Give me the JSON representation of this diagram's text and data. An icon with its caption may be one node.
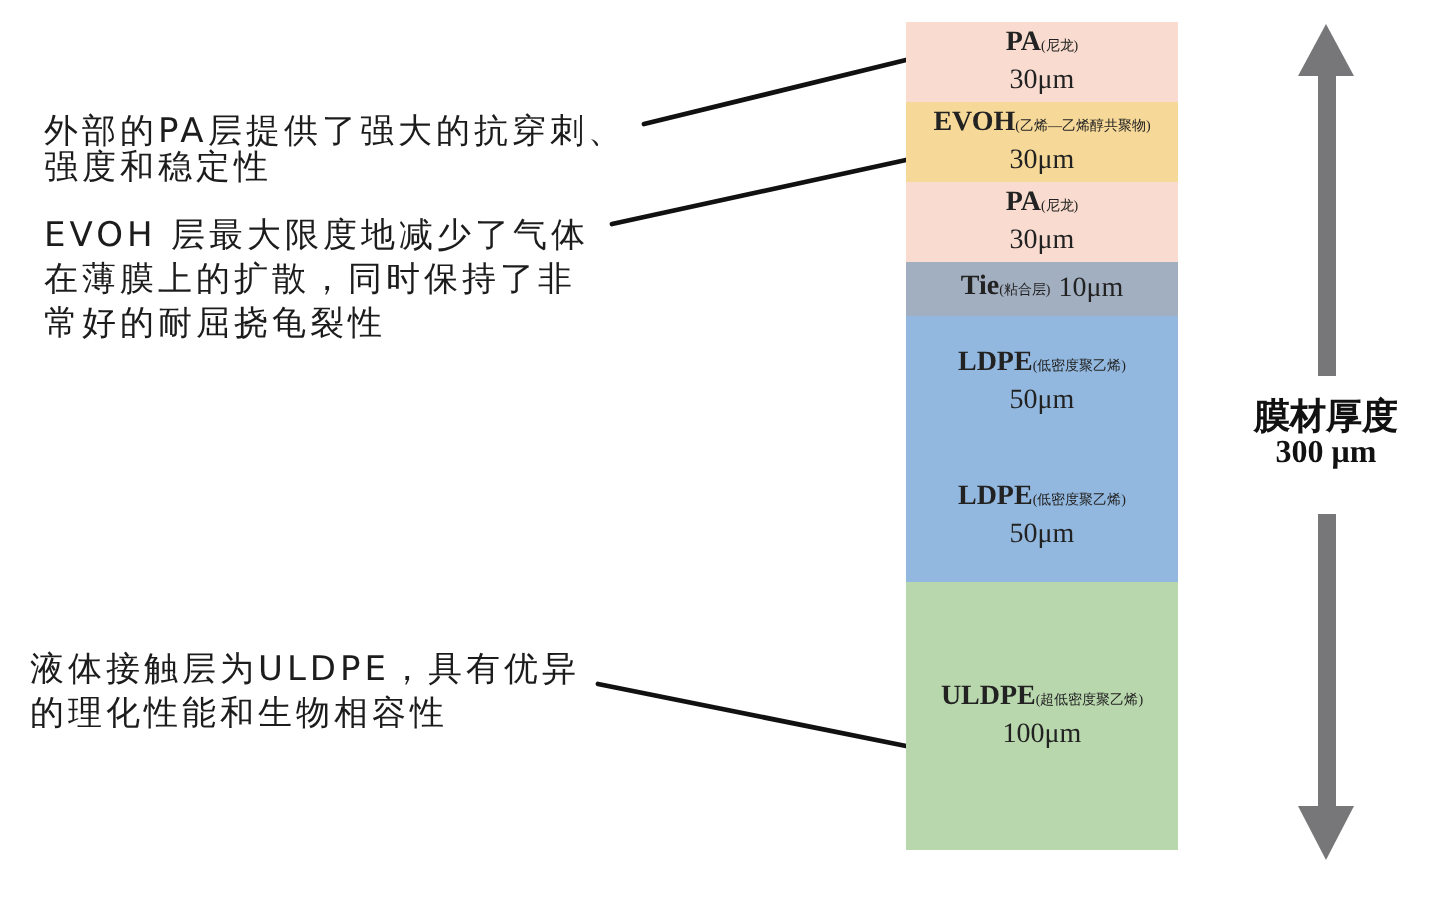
{
  "diagram": {
    "nodes": [
      {
        "text": [
          "外部的PA层提供了强大的抗穿刺、强度和稳定性"
        ]
      },
      {
        "text": [
          "EVOH 层最大限度地减少了气体在薄膜上的扩散，同时保持了非常好的耐屈挠龟裂性"
        ]
      },
      {
        "text": [
          "液体接触层为ULDPE，具有优异的理化性能和生物相容性"
        ]
      },
      {
        "text": [
          "**PA**(尼龙)",
          "30μm"
        ]
      },
      {
        "text": [
          "**EVOH**(乙烯—乙烯醇共聚物)",
          "30μm"
        ]
      },
      {
        "text": [
          "**PA**(尼龙)",
          "30μm"
        ]
      },
      {
        "text": [
          "**Tie**(粘合层)",
          "10μm"
        ]
      },
      {
        "text": [
          "**LDPE**(低密度聚乙烯)",
          "50μm"
        ]
      },
      {
        "text": [
          "**LDPE**(低密度聚乙烯)",
          "50μm"
        ]
      },
      {
        "text": [
          "**ULDPE**(超低密度聚乙烯)",
          "100μm"
        ]
      }
    ],
    "edges": [
      {
        "from": 0,
        "to": 3,
        "arrow": "none"
      },
      {
        "from": 1,
        "to": 4,
        "arrow": "none"
      },
      {
        "from": 2,
        "to": 9,
        "arrow": "none"
      }
    ],
    "labels": [
      "膜材厚度",
      "300 μm"
    ]
  }
}
